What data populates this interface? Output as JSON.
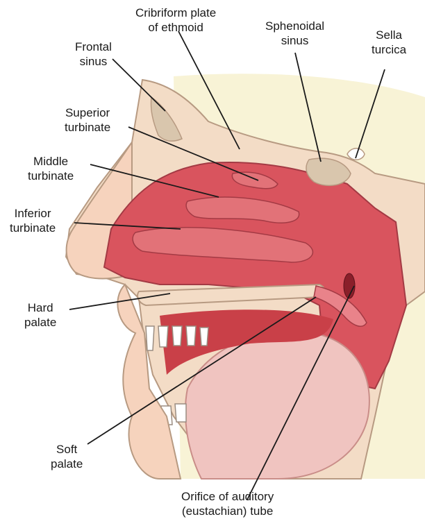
{
  "labels": {
    "cribriform": [
      "Cribriform plate",
      "of ethmoid"
    ],
    "sphenoidal": [
      "Sphenoidal",
      "sinus"
    ],
    "sella": [
      "Sella",
      "turcica"
    ],
    "frontal": [
      "Frontal",
      "sinus"
    ],
    "superior": [
      "Superior",
      "turbinate"
    ],
    "middle": [
      "Middle",
      "turbinate"
    ],
    "inferior": [
      "Inferior",
      "turbinate"
    ],
    "hard_palate": [
      "Hard",
      "palate"
    ],
    "soft_palate": [
      "Soft",
      "palate"
    ],
    "auditory": [
      "Orifice of auditory",
      "(eustachian) tube"
    ]
  },
  "colors": {
    "bone": "#f3dcc6",
    "bone_outline": "#b79a82",
    "mucosa": "#d9545e",
    "mucosa_light": "#e9838a",
    "turbinate": "#e27278",
    "sinus": "#d9c6ad",
    "tongue": "#f0c4c0",
    "skin": "#f6d3bd",
    "background_tint": "#f8f3d6"
  }
}
